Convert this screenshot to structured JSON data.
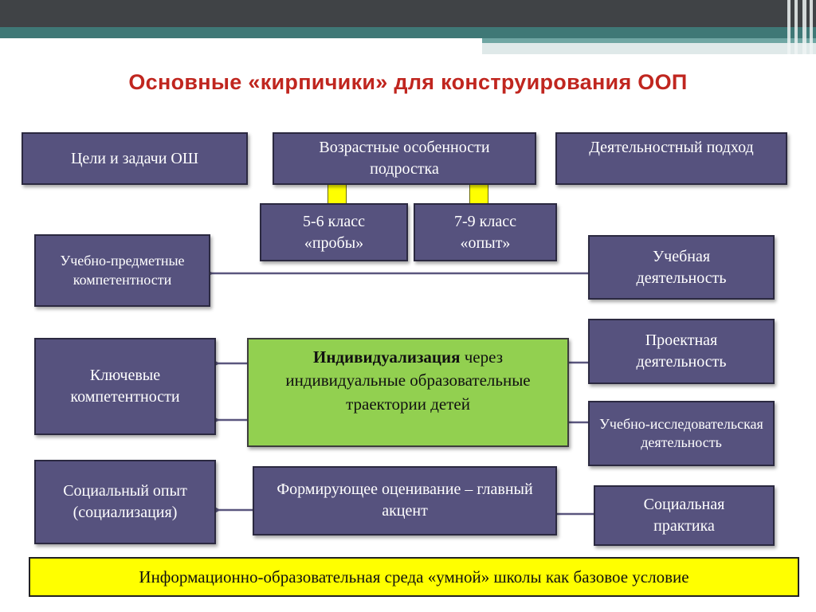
{
  "title": "Основные «кирпичики» для конструирования ООП",
  "colors": {
    "box_fill": "#56527e",
    "title": "#c0261f",
    "green": "#92d050",
    "yellow": "#ffff00",
    "arrow": "#5a567e"
  },
  "boxes": {
    "goals": "Цели и задачи ОШ",
    "age": "Возрастные особенности подростка",
    "activity_approach": "Деятельностный подход",
    "grade_5_6": "5-6 класс «пробы»",
    "grade_7_9": "7-9 класс «опыт»",
    "subject_competencies": "Учебно-предметные компетентности",
    "learning_activity": "Учебная деятельность",
    "key_competencies": "Ключевые компетентности",
    "project_activity": "Проектная деятельность",
    "research_activity": "Учебно-исследовательская деятельность",
    "social_experience": "Социальный опыт (социализация)",
    "assessment": "Формирующее оценивание – главный акцент",
    "social_practice": "Социальная практика"
  },
  "individualization": {
    "bold": "Индивидуализация",
    "rest": " через индивидуальные образовательные траектории детей"
  },
  "footer": "Информационно-образовательная среда «умной» школы как базовое условие"
}
